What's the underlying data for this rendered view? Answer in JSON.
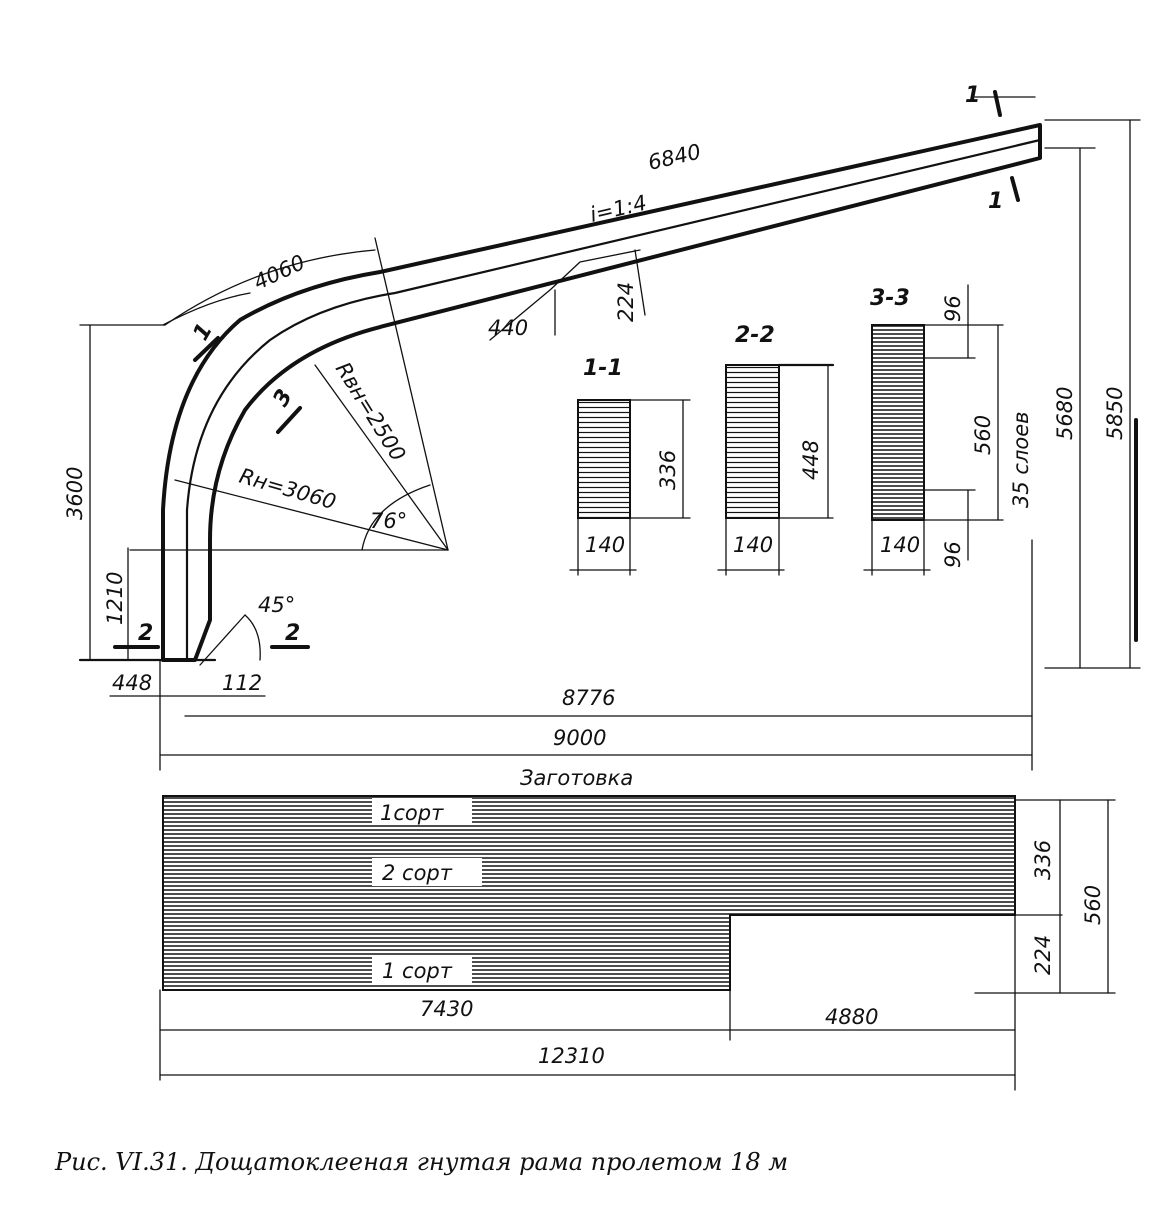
{
  "frame": {
    "rafter_length": "6840",
    "slope": "i=1:4",
    "arc_length": "4060",
    "cut_length": "440",
    "cut_height": "224",
    "column_height": "3600",
    "column_base_height": "1210",
    "outer_radius": "Rн=3060",
    "inner_radius": "Rвн=2500",
    "angle": "76°",
    "base_angle": "45°",
    "base_width": "448",
    "base_cut": "112",
    "height_inner": "5680",
    "height_outer": "5850",
    "span_inner": "8776",
    "span_outer": "9000",
    "section_marks": {
      "one": "1",
      "two": "2",
      "three": "3"
    }
  },
  "sections": [
    {
      "title": "1-1",
      "width": "140",
      "height": "336"
    },
    {
      "title": "2-2",
      "width": "140",
      "height": "448"
    },
    {
      "title": "3-3",
      "width": "140",
      "height": "560",
      "top": "96",
      "bottom": "96",
      "layers": "35 слоев"
    }
  ],
  "blank": {
    "title": "Заготовка",
    "grade_top": "1сорт",
    "grade_middle": "2 сорт",
    "grade_bottom": "1 сорт",
    "height_upper": "336",
    "height_lower": "224",
    "height_total": "560",
    "length_lower": "7430",
    "length_step": "4880",
    "length_total": "12310"
  },
  "caption": "Рис. VI.31. Дощатоклееная гнутая рама пролетом 18 м"
}
